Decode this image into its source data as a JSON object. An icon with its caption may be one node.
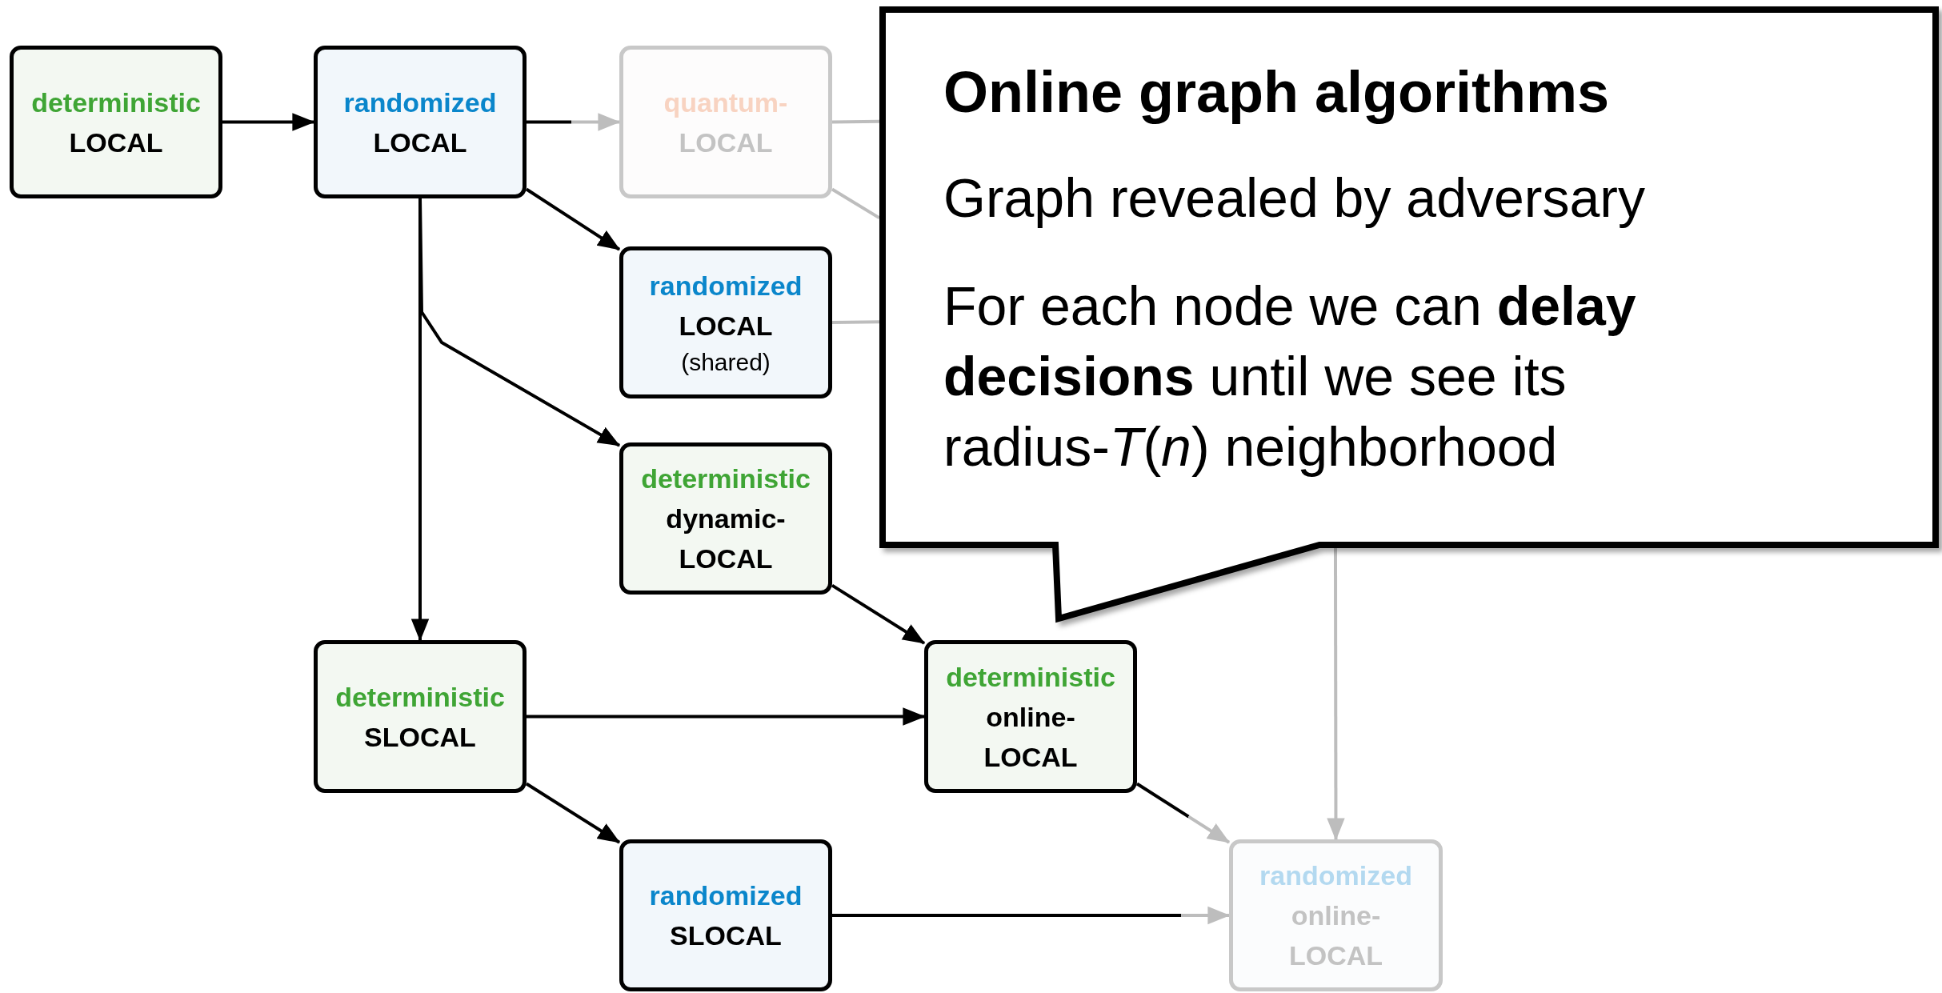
{
  "diagram": {
    "nodes": [
      {
        "text": [
          "deterministic",
          "LOCAL"
        ]
      },
      {
        "text": [
          "randomized",
          "LOCAL"
        ]
      },
      {
        "text": [
          "quantum-",
          "LOCAL"
        ]
      },
      {
        "text": [
          "randomized",
          "LOCAL",
          "(shared)"
        ]
      },
      {
        "text": [
          "deterministic",
          "dynamic-",
          "LOCAL"
        ]
      },
      {
        "text": [
          "deterministic",
          "SLOCAL"
        ]
      },
      {
        "text": [
          "deterministic",
          "online-",
          "LOCAL"
        ]
      },
      {
        "text": [
          "randomized",
          "SLOCAL"
        ]
      },
      {
        "text": [
          "randomized",
          "online-",
          "LOCAL"
        ]
      },
      {
        "text": [
          "Online graph algorithms",
          "Graph revealed by adversary",
          "For each node we can **delay decisions** until we see its radius-*T*(*n*) neighborhood"
        ]
      }
    ],
    "edges": [
      {
        "from": 0,
        "to": 1,
        "arrow": "to"
      },
      {
        "from": 1,
        "to": 2,
        "arrow": "to",
        "color": "#bdbdbd"
      },
      {
        "from": 1,
        "to": 3,
        "arrow": "to"
      },
      {
        "from": 1,
        "to": 4,
        "arrow": "to"
      },
      {
        "from": 1,
        "to": 5,
        "arrow": "to"
      },
      {
        "from": 2,
        "to": 9,
        "arrow": "none",
        "color": "#bdbdbd"
      },
      {
        "from": 2,
        "to": 9,
        "arrow": "none",
        "color": "#bdbdbd"
      },
      {
        "from": 3,
        "to": 9,
        "arrow": "none",
        "color": "#bdbdbd"
      },
      {
        "from": 4,
        "to": 6,
        "arrow": "to"
      },
      {
        "from": 5,
        "to": 6,
        "arrow": "to"
      },
      {
        "from": 5,
        "to": 7,
        "arrow": "to"
      },
      {
        "from": 9,
        "to": 8,
        "arrow": "to",
        "color": "#bdbdbd"
      },
      {
        "from": 6,
        "to": 8,
        "arrow": "to",
        "color": "#bdbdbd"
      },
      {
        "from": 7,
        "to": 8,
        "arrow": "to",
        "color": "#bdbdbd"
      }
    ]
  }
}
